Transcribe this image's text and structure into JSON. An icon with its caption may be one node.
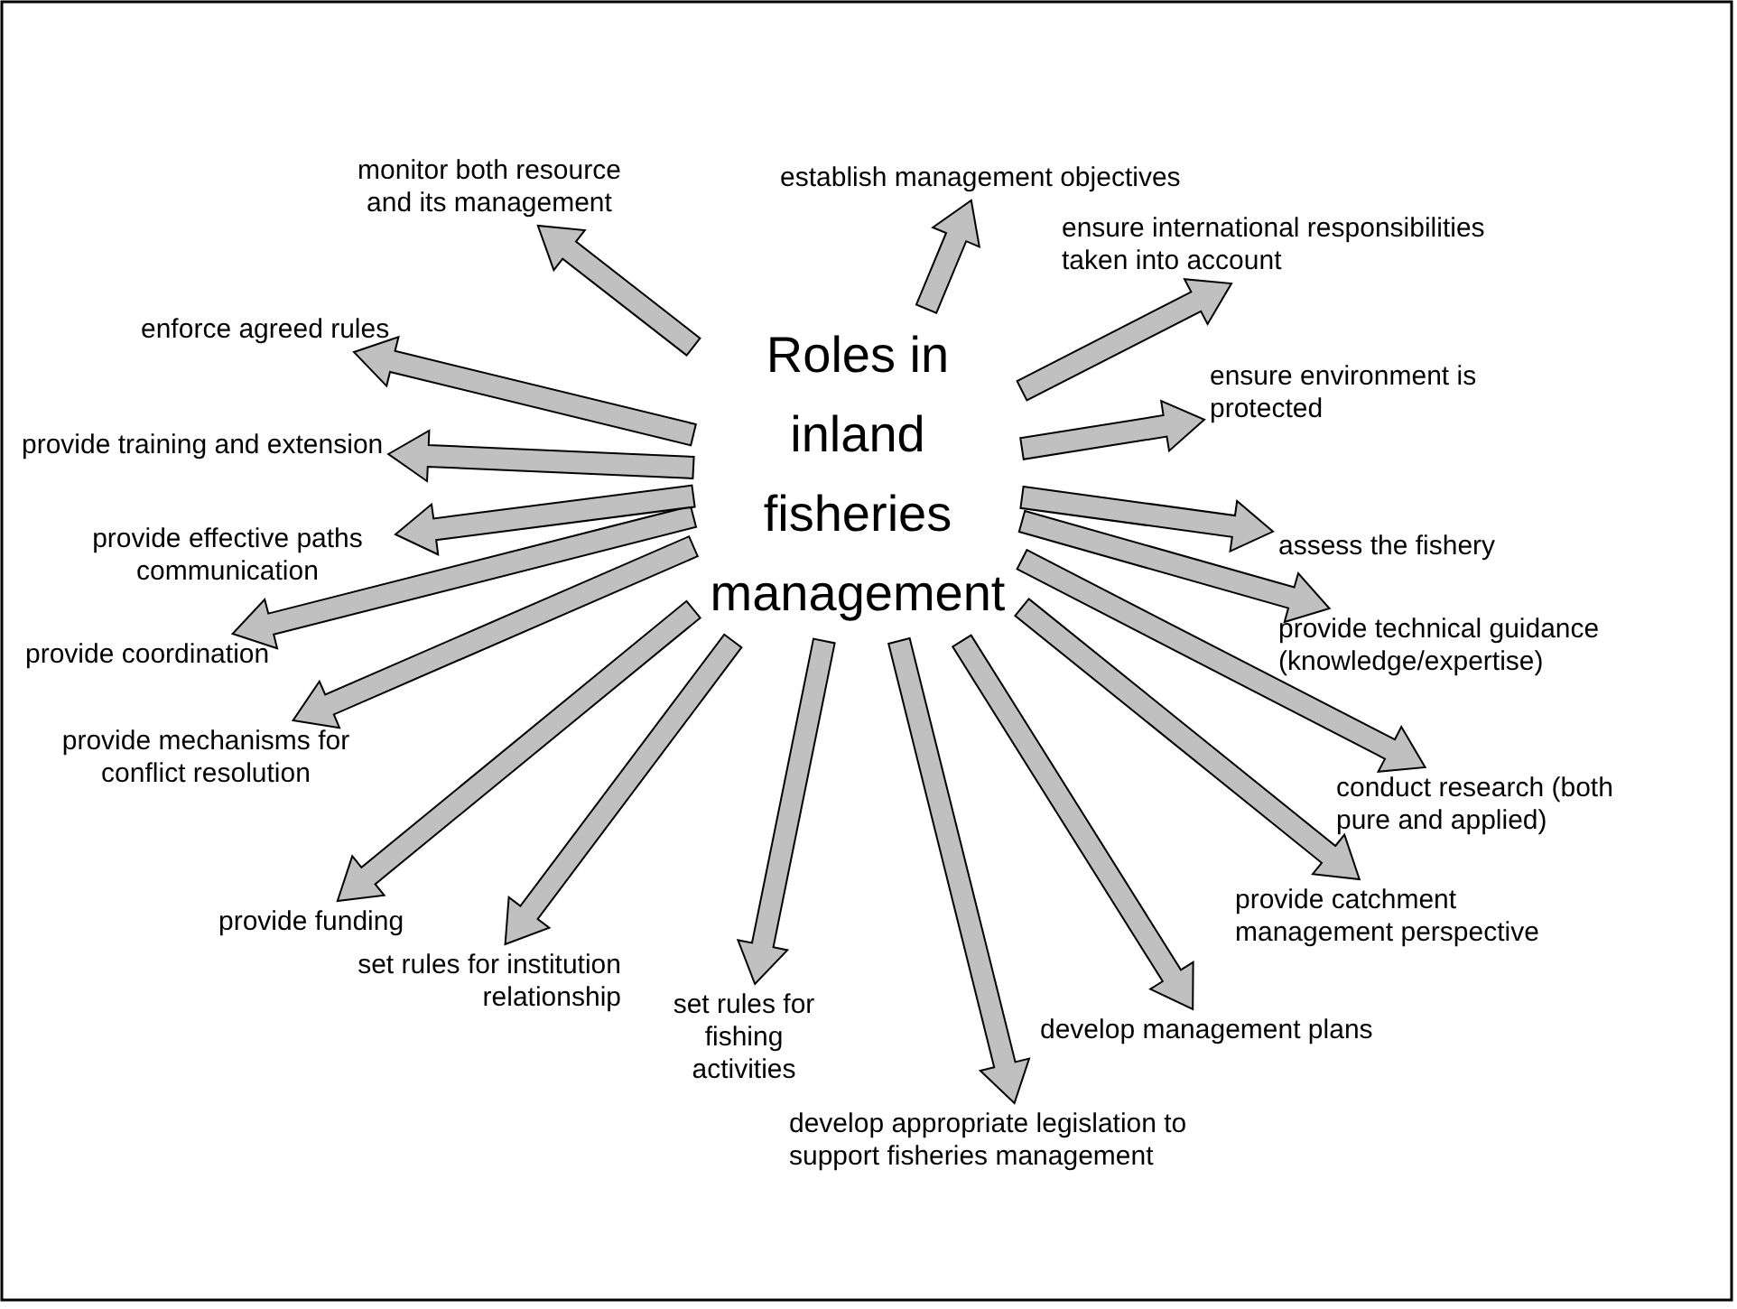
{
  "diagram": {
    "nodes": [
      {
        "text": [
          "Roles in inland fisheries management"
        ]
      },
      {
        "text": [
          "establish management objectives"
        ]
      },
      {
        "text": [
          "ensure international responsibilities taken into account"
        ]
      },
      {
        "text": [
          "ensure environment is protected"
        ]
      },
      {
        "text": [
          "assess the fishery"
        ]
      },
      {
        "text": [
          "provide technical guidance (knowledge/expertise)"
        ]
      },
      {
        "text": [
          "conduct research (both pure and applied)"
        ]
      },
      {
        "text": [
          "provide catchment management perspective"
        ]
      },
      {
        "text": [
          "develop management plans"
        ]
      },
      {
        "text": [
          "develop appropriate legislation to support fisheries management"
        ]
      },
      {
        "text": [
          "set rules for fishing activities"
        ]
      },
      {
        "text": [
          "set rules for institution relationship"
        ]
      },
      {
        "text": [
          "provide funding"
        ]
      },
      {
        "text": [
          "provide mechanisms for conflict resolution"
        ]
      },
      {
        "text": [
          "provide coordination"
        ]
      },
      {
        "text": [
          "provide effective paths communication"
        ]
      },
      {
        "text": [
          "provide training and extension"
        ]
      },
      {
        "text": [
          "enforce agreed rules"
        ]
      },
      {
        "text": [
          "monitor both resource and its management"
        ]
      }
    ],
    "edges": [
      {
        "from": 0,
        "to": 1,
        "arrow": "to"
      },
      {
        "from": 0,
        "to": 2,
        "arrow": "to"
      },
      {
        "from": 0,
        "to": 3,
        "arrow": "to"
      },
      {
        "from": 0,
        "to": 4,
        "arrow": "to"
      },
      {
        "from": 0,
        "to": 5,
        "arrow": "to"
      },
      {
        "from": 0,
        "to": 6,
        "arrow": "to"
      },
      {
        "from": 0,
        "to": 7,
        "arrow": "to"
      },
      {
        "from": 0,
        "to": 8,
        "arrow": "to"
      },
      {
        "from": 0,
        "to": 9,
        "arrow": "to"
      },
      {
        "from": 0,
        "to": 10,
        "arrow": "to"
      },
      {
        "from": 0,
        "to": 11,
        "arrow": "to"
      },
      {
        "from": 0,
        "to": 12,
        "arrow": "to"
      },
      {
        "from": 0,
        "to": 13,
        "arrow": "to"
      },
      {
        "from": 0,
        "to": 14,
        "arrow": "to"
      },
      {
        "from": 0,
        "to": 15,
        "arrow": "to"
      },
      {
        "from": 0,
        "to": 16,
        "arrow": "to"
      },
      {
        "from": 0,
        "to": 17,
        "arrow": "to"
      },
      {
        "from": 0,
        "to": 18,
        "arrow": "to"
      }
    ]
  }
}
